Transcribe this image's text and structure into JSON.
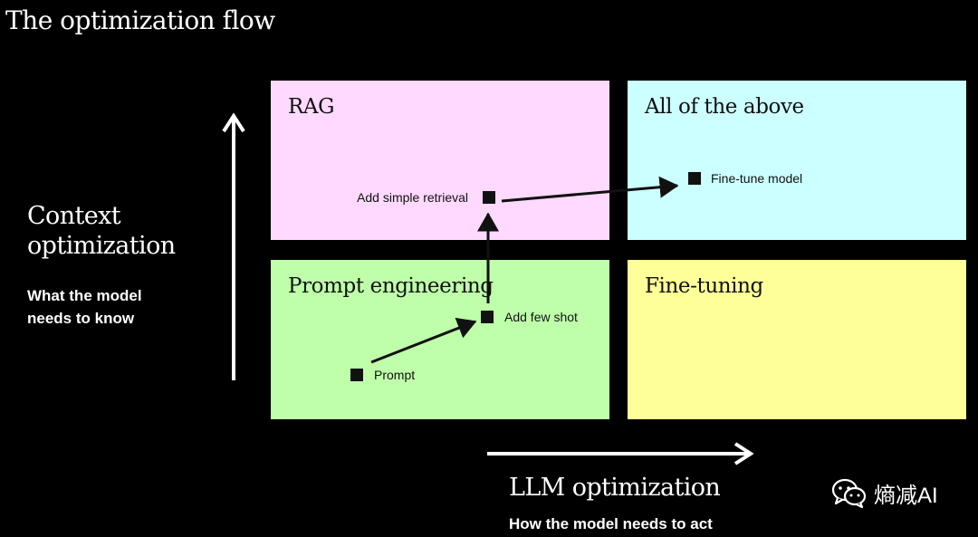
{
  "title": "The optimization flow",
  "quadrants": {
    "rag": {
      "label": "RAG",
      "color": "#ffd9ff"
    },
    "all": {
      "label": "All of the above",
      "color": "#ccffff"
    },
    "prompt": {
      "label": "Prompt engineering",
      "color": "#bfffaa"
    },
    "finetuning": {
      "label": "Fine-tuning",
      "color": "#ffff99"
    }
  },
  "y_axis": {
    "title": "Context optimization",
    "subtitle": "What the model needs to know"
  },
  "x_axis": {
    "title": "LLM optimization",
    "subtitle": "How the model needs to act"
  },
  "steps": {
    "prompt": "Prompt",
    "few_shot": "Add few shot",
    "retrieval": "Add simple retrieval",
    "finetune": "Fine-tune model"
  },
  "watermark": {
    "text": "熵减AI",
    "icon": "wechat-icon"
  }
}
